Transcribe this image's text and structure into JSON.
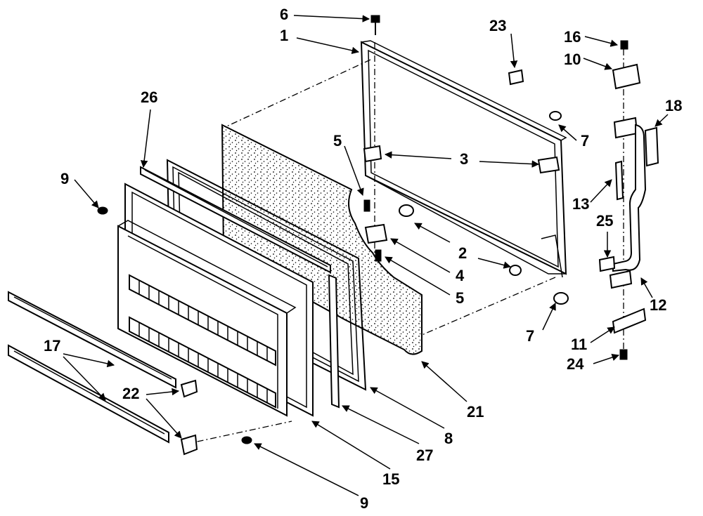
{
  "callouts": [
    "1",
    "2",
    "3",
    "4",
    "5",
    "5",
    "6",
    "7",
    "7",
    "8",
    "9",
    "9",
    "10",
    "11",
    "12",
    "13",
    "15",
    "16",
    "17",
    "18",
    "21",
    "22",
    "23",
    "24",
    "25",
    "26",
    "27"
  ]
}
